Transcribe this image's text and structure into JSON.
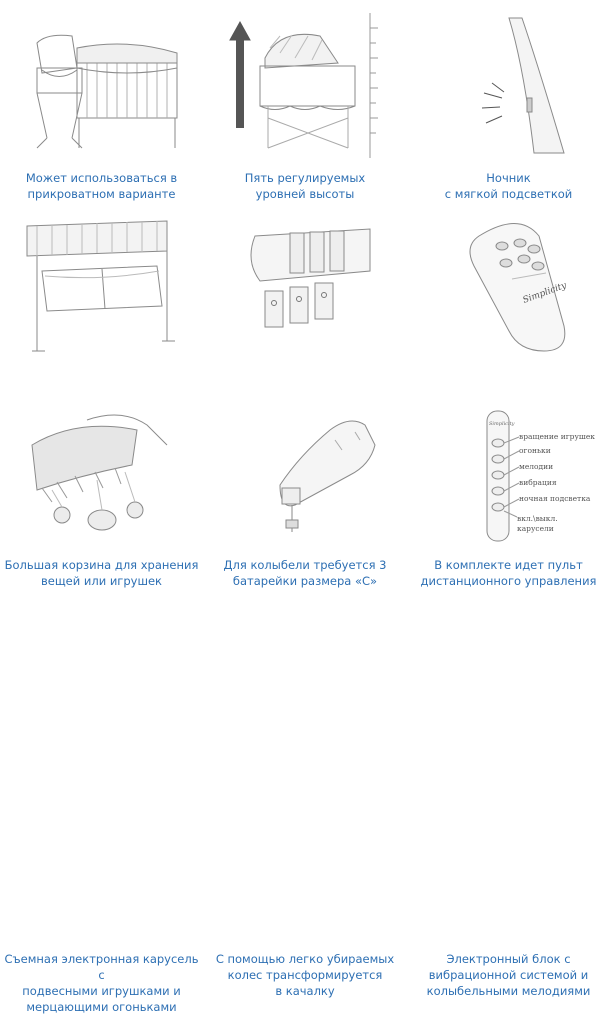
{
  "cells": [
    {
      "id": "bedside",
      "lines": [
        "Может использоваться в",
        "прикроватном варианте"
      ]
    },
    {
      "id": "height",
      "lines": [
        "Пять регулируемых",
        "уровней высоты"
      ]
    },
    {
      "id": "nightlight",
      "lines": [
        "Ночник",
        "с мягкой подсветкой"
      ]
    },
    {
      "id": "basket",
      "lines": [
        "Большая корзина для хранения",
        "вещей или игрушек"
      ]
    },
    {
      "id": "batteries",
      "lines": [
        "Для колыбели требуется 3",
        "батарейки размера «С»"
      ]
    },
    {
      "id": "remote",
      "lines": [
        "В комплекте идет пульт",
        "дистанционного управления"
      ]
    },
    {
      "id": "mobile",
      "lines": [
        "Съемная электронная карусель с",
        "подвесными игрушками и",
        "мерцающими огоньками"
      ]
    },
    {
      "id": "wheels",
      "lines": [
        "С помощью легко убираемых",
        "колес трансформируется",
        "в качалку"
      ]
    },
    {
      "id": "control",
      "lines": [
        "Электронный блок с",
        "вибрационной системой и",
        "колыбельными мелодиями"
      ]
    }
  ],
  "remote_brand": "Simplicity",
  "control_brand": "Simplicity",
  "control_labels": [
    "вращение игрушек",
    "огоньки",
    "мелодии",
    "вибрация",
    "ночная подсветка",
    "вкл.\\выкл.",
    "карусели"
  ]
}
